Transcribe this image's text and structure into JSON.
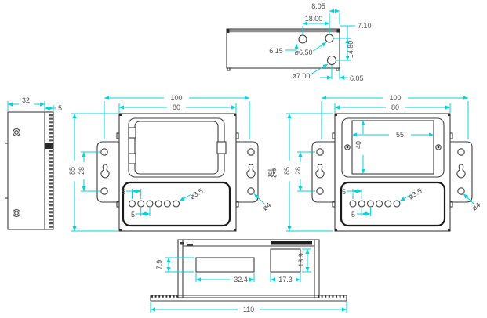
{
  "views": {
    "top": {
      "dims": {
        "hole_edge": "8.05",
        "hole_pitch": "18.00",
        "top_edge": "7.10",
        "left_hole": "6.15",
        "small_hole": "ø6.50",
        "row_pitch": "14.80",
        "big_hole": "ø7.00",
        "bottom_edge": "6.05"
      }
    },
    "side": {
      "dims": {
        "depth": "32",
        "lid": "5"
      }
    },
    "front_a": {
      "dims": {
        "width": "100",
        "inner_width": "80",
        "height": "85",
        "flange_pitch": "28",
        "pitch_top": "5",
        "pitch_bottom": "5",
        "led_hole": "ø3.5",
        "flange_hole": "ø4"
      }
    },
    "front_b": {
      "dims": {
        "width": "100",
        "inner_width": "80",
        "height": "85",
        "flange_pitch": "28",
        "window_width": "55",
        "window_height": "40",
        "pitch_top": "5",
        "pitch_bottom": "5",
        "led_hole": "ø3.5",
        "flange_hole": "ø4"
      }
    },
    "bottom": {
      "dims": {
        "slot_height": "7.9",
        "slot_width": "32.4",
        "cutout_width": "17.3",
        "cutout_height": "13.9",
        "overall_width": "110"
      }
    },
    "or_label": "或"
  },
  "colors": {
    "dimension": "#00d6dd",
    "line": "#3d3d3d",
    "text": "#4e4e4e"
  }
}
